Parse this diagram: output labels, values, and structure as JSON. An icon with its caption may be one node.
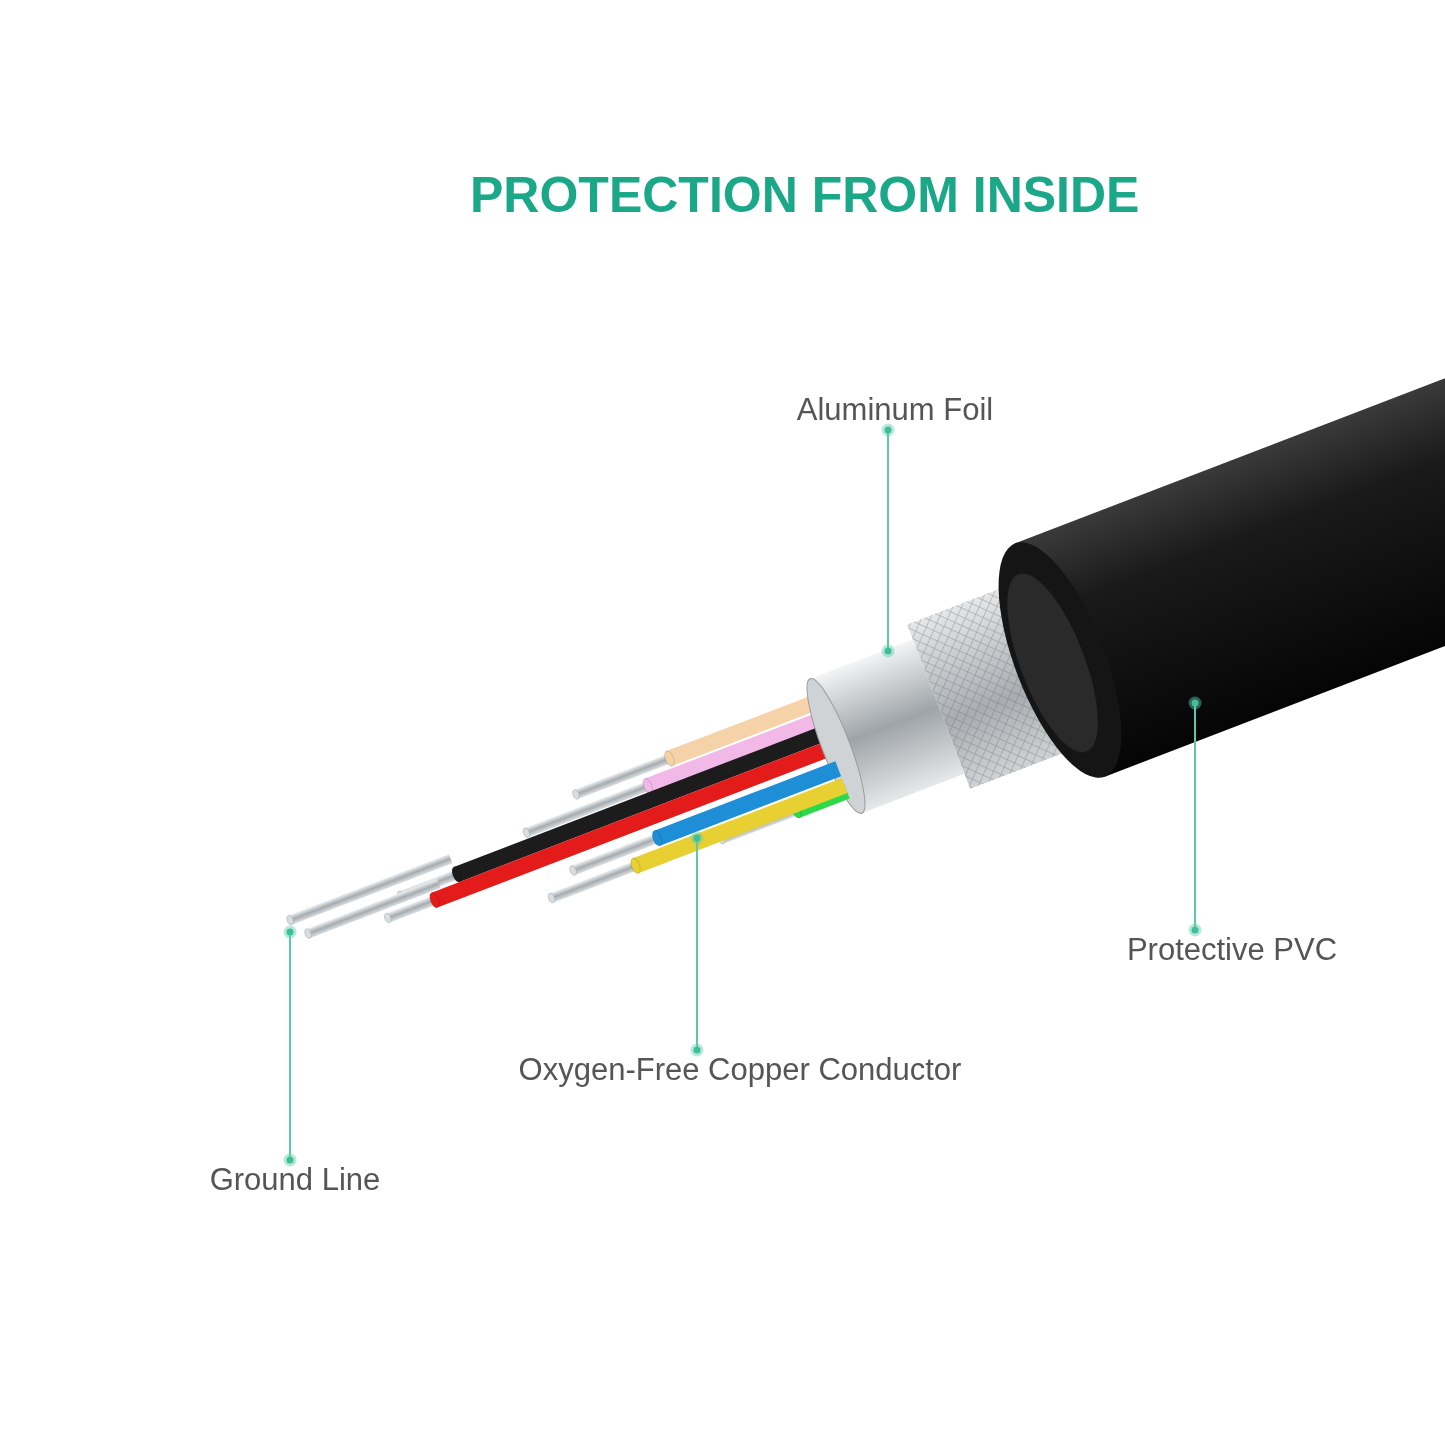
{
  "diagram": {
    "title": "PROTECTION FROM INSIDE",
    "nodes": [
      {
        "text": [
          "Aluminum Foil"
        ]
      },
      {
        "text": [],
        "shape": "picture"
      },
      {
        "text": [
          "Protective PVC"
        ]
      },
      {
        "text": [],
        "shape": "picture"
      },
      {
        "text": [
          "Oxygen-Free Copper Conductor"
        ]
      },
      {
        "text": [],
        "shape": "picture"
      },
      {
        "text": [
          "Ground Line"
        ]
      },
      {
        "text": [],
        "shape": "picture"
      }
    ],
    "edges": [
      {
        "from": 0,
        "to": 1,
        "arrow": "other"
      },
      {
        "from": 2,
        "to": 3,
        "arrow": "other"
      },
      {
        "from": 4,
        "to": 5,
        "arrow": "other"
      },
      {
        "from": 6,
        "to": 7,
        "arrow": "other"
      }
    ]
  }
}
